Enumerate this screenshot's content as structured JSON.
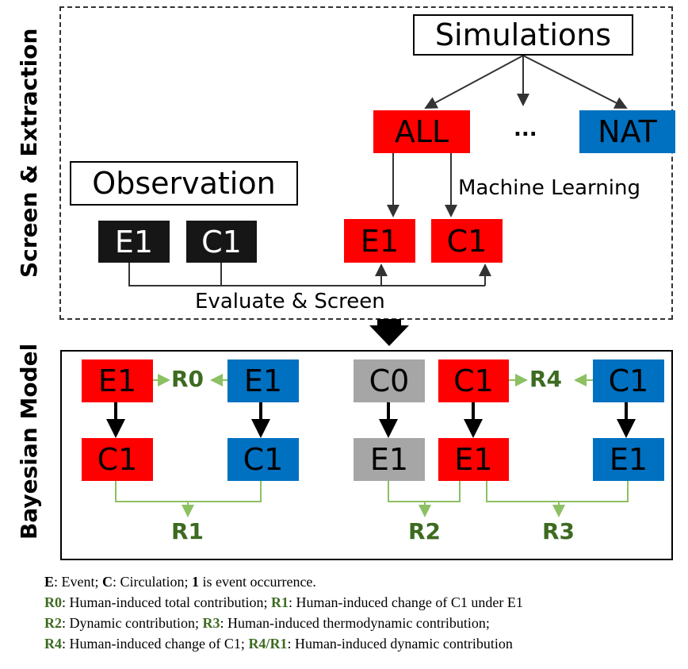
{
  "top_panel": {
    "side_label": "Screen & Extraction",
    "simulations": "Simulations",
    "all": "ALL",
    "ellipsis": "...",
    "nat": "NAT",
    "machine_learning": "Machine Learning",
    "observation": "Observation",
    "obs_e1": "E1",
    "obs_c1": "C1",
    "sim_e1": "E1",
    "sim_c1": "C1",
    "evaluate": "Evaluate & Screen"
  },
  "bottom_panel": {
    "side_label": "Bayesian Model",
    "all_e1": "E1",
    "all_c1": "C1",
    "nat_e1": "E1",
    "nat_c1": "C1",
    "c0": "C0",
    "c0_e1": "E1",
    "all2_c1": "C1",
    "all2_e1": "E1",
    "nat2_c1": "C1",
    "nat2_e1": "E1",
    "r0": "R0",
    "r1": "R1",
    "r2": "R2",
    "r3": "R3",
    "r4": "R4"
  },
  "legend": {
    "line1": {
      "e": "E",
      "e_text": ": Event; ",
      "c": "C",
      "c_text": ": Circulation; ",
      "one": "1",
      "one_text": " is event occurrence."
    },
    "line2": {
      "k1": "R0",
      "t1": ": Human-induced total contribution; ",
      "k2": "R1",
      "t2": ": Human-induced change of C1 under E1"
    },
    "line3": {
      "k1": "R2",
      "t1": ": Dynamic contribution; ",
      "k2": "R3",
      "t2": ": Human-induced thermodynamic contribution;"
    },
    "line4": {
      "k1": "R4",
      "t1": ": Human-induced change of C1; ",
      "k2": "R4/R1",
      "t2": ": Human-induced dynamic contribution"
    }
  },
  "colors": {
    "red": "#ff0000",
    "blue": "#0070c0",
    "black": "#161616",
    "gray": "#a6a6a6",
    "green": "#3d6b21",
    "light_green": "#8cc063"
  }
}
